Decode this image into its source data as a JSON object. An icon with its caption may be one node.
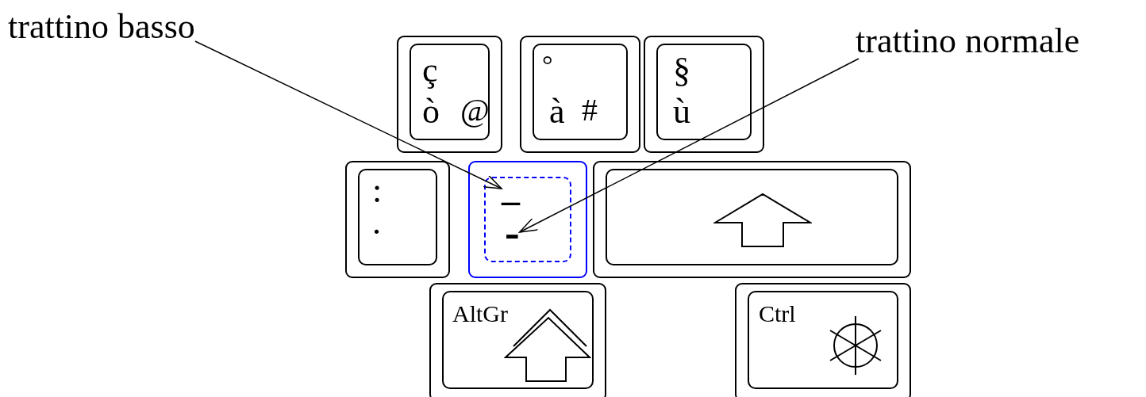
{
  "diagram": {
    "nodes": [
      {
        "text": [
          "trattino basso"
        ]
      },
      {
        "text": [
          "trattino normale"
        ]
      },
      {
        "text": [
          "ç",
          "ò",
          "@"
        ]
      },
      {
        "text": [
          "°",
          "à",
          "#"
        ]
      },
      {
        "text": [
          "§",
          "ù"
        ]
      },
      {
        "text": [
          ":",
          "."
        ]
      },
      {
        "text": [],
        "shape": "box"
      },
      {
        "text": [
          "_"
        ],
        "in": 6
      },
      {
        "text": [
          "-"
        ],
        "in": 6
      },
      {
        "text": [],
        "shape": "box"
      },
      {
        "text": [
          "AltGr"
        ]
      },
      {
        "text": [
          "Ctrl"
        ]
      }
    ],
    "edges": [
      {
        "from": 0,
        "to": 7,
        "arrow": "to"
      },
      {
        "from": 1,
        "to": 8,
        "arrow": "to"
      }
    ]
  }
}
